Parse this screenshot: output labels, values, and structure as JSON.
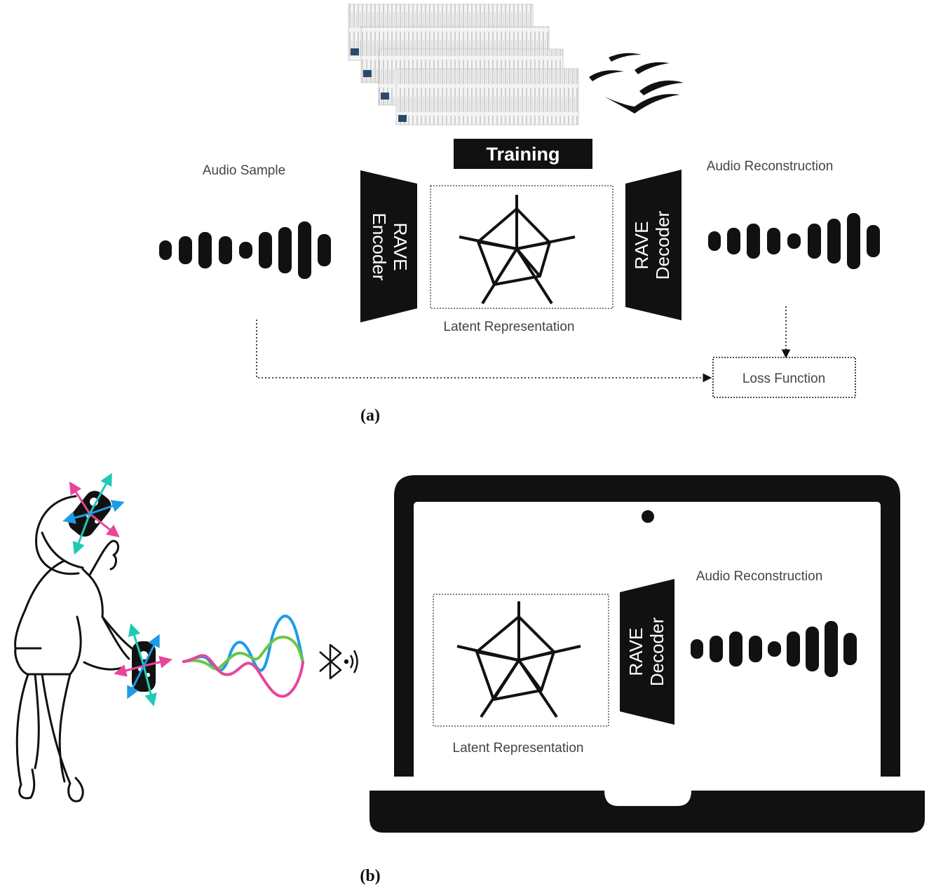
{
  "panel_a": {
    "training_label": "Training",
    "audio_sample_label": "Audio Sample",
    "audio_reconstruction_label": "Audio Reconstruction",
    "encoder_label_line1": "RAVE",
    "encoder_label_line2": "Encoder",
    "decoder_label_line1": "RAVE",
    "decoder_label_line2": "Decoder",
    "latent_label": "Latent Representation",
    "loss_label": "Loss Function",
    "caption": "(a)"
  },
  "panel_b": {
    "audio_reconstruction_label": "Audio Reconstruction",
    "decoder_label_line1": "RAVE",
    "decoder_label_line2": "Decoder",
    "latent_label": "Latent Representation",
    "caption": "(b)"
  },
  "icons": [
    "spectrogram-icon",
    "birds-icon",
    "play-icon",
    "bluetooth-icon",
    "joy-con-controller-icon",
    "laptop-icon",
    "webcam-icon"
  ],
  "colors": {
    "ink": "#111111",
    "label_gray": "#444444",
    "motion_pink": "#e8459b",
    "motion_teal": "#1fc9b3",
    "motion_blue": "#1e9be8",
    "wave_green": "#6cc644"
  }
}
